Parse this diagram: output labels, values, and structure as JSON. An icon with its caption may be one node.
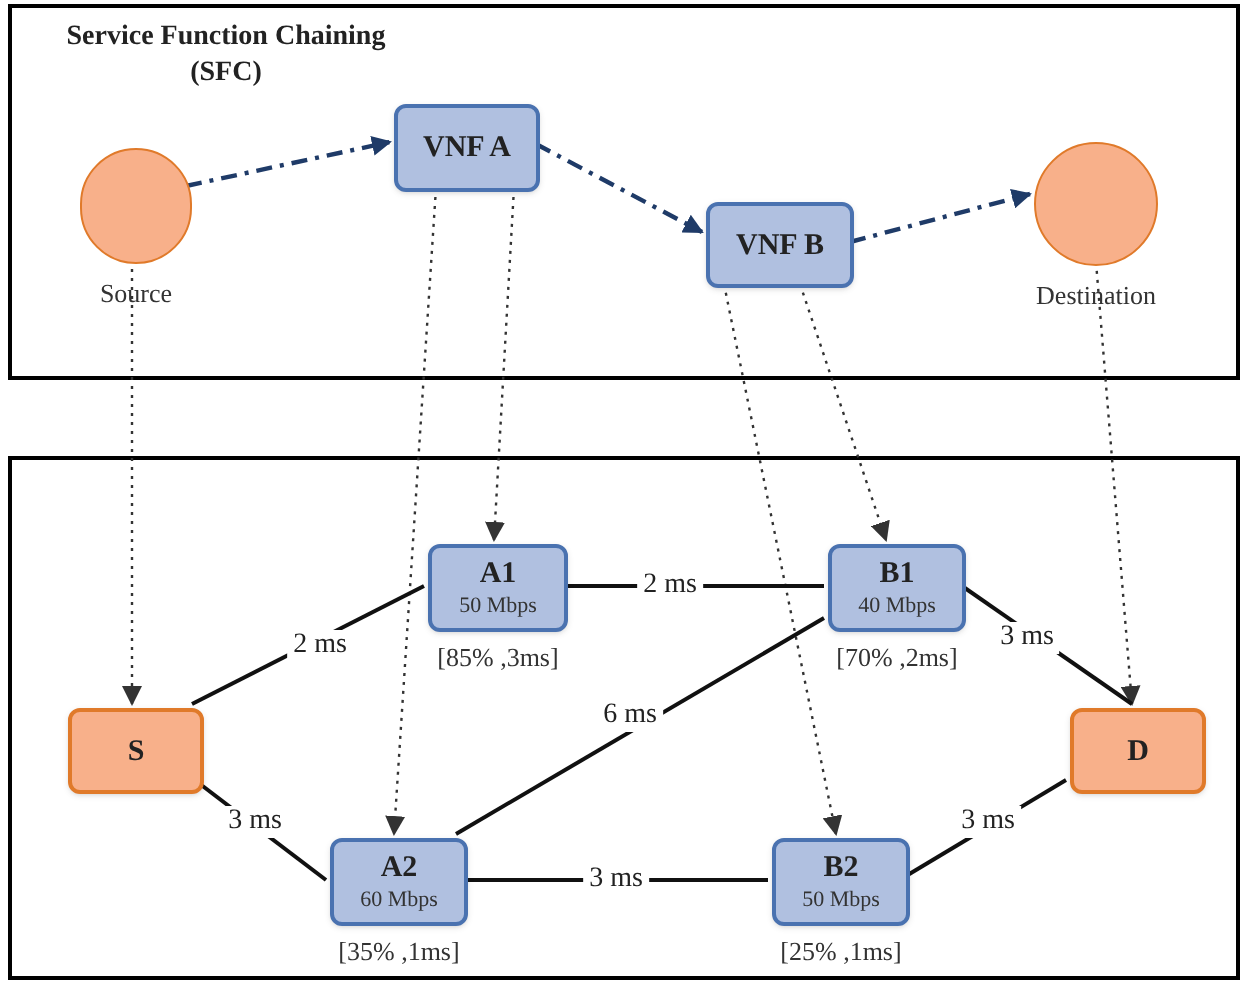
{
  "diagram": {
    "nodes": [
      {
        "text": [
          "Service Function Chaining (SFC)"
        ]
      },
      {
        "text": [],
        "shape": "circle",
        "beside": [
          "Source"
        ],
        "in": 0
      },
      {
        "text": [
          "VNF A"
        ],
        "in": 0
      },
      {
        "text": [
          "VNF B"
        ],
        "in": 0
      },
      {
        "text": [],
        "shape": "circle",
        "beside": [
          "Destination"
        ],
        "in": 0
      },
      {
        "text": [],
        "shape": "box"
      },
      {
        "text": [
          "A1",
          "50 Mbps"
        ],
        "beside": [
          "[85% ,3ms]"
        ],
        "in": 5
      },
      {
        "text": [
          "B1",
          "40 Mbps"
        ],
        "beside": [
          "[70% ,2ms]"
        ],
        "in": 5
      },
      {
        "text": [
          "S"
        ],
        "in": 5
      },
      {
        "text": [
          "D"
        ],
        "in": 5
      },
      {
        "text": [
          "A2",
          "60 Mbps"
        ],
        "beside": [
          "[35% ,1ms]"
        ],
        "in": 5
      },
      {
        "text": [
          "B2",
          "50 Mbps"
        ],
        "beside": [
          "[25% ,1ms]"
        ],
        "in": 5
      }
    ],
    "edges": [
      {
        "from": 1,
        "to": 2,
        "arrow": "to",
        "style": "dashed",
        "color": "#1f3b68"
      },
      {
        "from": 2,
        "to": 3,
        "arrow": "to",
        "style": "dashed",
        "color": "#1f3b68"
      },
      {
        "from": 3,
        "to": 4,
        "arrow": "to",
        "style": "dashed",
        "color": "#1f3b68"
      },
      {
        "from": 1,
        "to": 8,
        "arrow": "to",
        "style": "dashed"
      },
      {
        "from": 2,
        "to": 6,
        "arrow": "to",
        "style": "dashed"
      },
      {
        "from": 2,
        "to": 10,
        "arrow": "to",
        "style": "dashed"
      },
      {
        "from": 3,
        "to": 7,
        "arrow": "to",
        "style": "dashed"
      },
      {
        "from": 3,
        "to": 11,
        "arrow": "to",
        "style": "dashed"
      },
      {
        "from": 4,
        "to": 9,
        "arrow": "to",
        "style": "dashed"
      },
      {
        "from": 8,
        "to": 6,
        "arrow": "none",
        "label": "2 ms"
      },
      {
        "from": 6,
        "to": 7,
        "arrow": "none",
        "label": "2 ms"
      },
      {
        "from": 7,
        "to": 9,
        "arrow": "none",
        "label": "3 ms"
      },
      {
        "from": 8,
        "to": 10,
        "arrow": "none",
        "label": "3 ms"
      },
      {
        "from": 10,
        "to": 7,
        "arrow": "none",
        "label": "6 ms"
      },
      {
        "from": 10,
        "to": 11,
        "arrow": "none",
        "label": "3 ms"
      },
      {
        "from": 11,
        "to": 9,
        "arrow": "none",
        "label": "3 ms"
      }
    ]
  }
}
